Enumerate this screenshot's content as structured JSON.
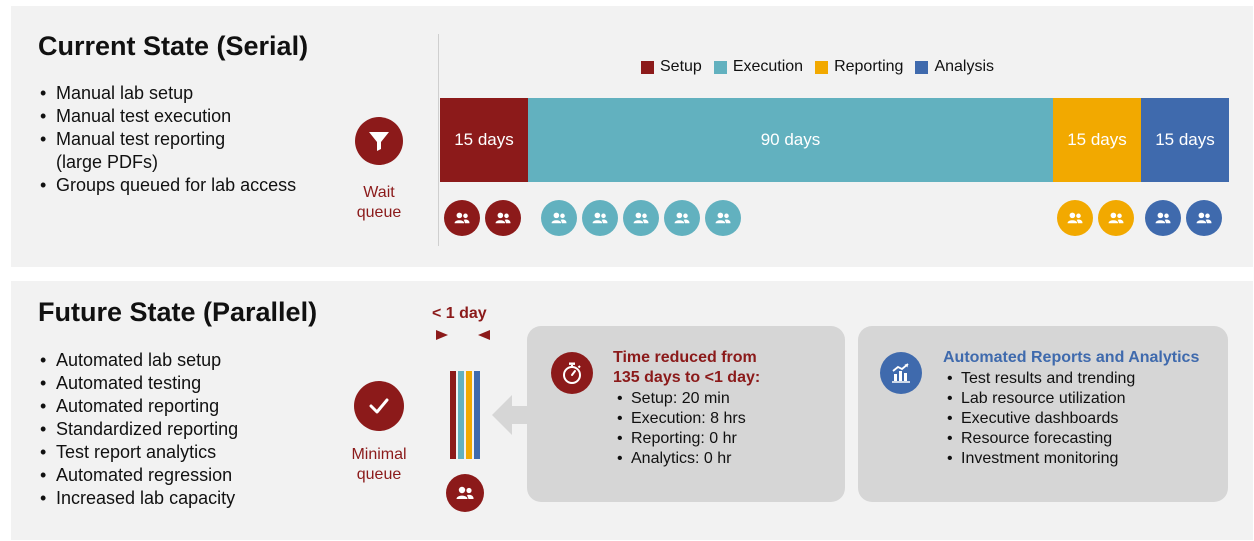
{
  "current": {
    "title": "Current State (Serial)",
    "bullets": [
      "Manual lab setup",
      "Manual test execution",
      "Manual test reporting",
      "(large PDFs)",
      "Groups queued for lab access"
    ],
    "queue_icon": "funnel-icon",
    "queue_label_1": "Wait",
    "queue_label_2": "queue",
    "legend": [
      {
        "label": "Setup",
        "color": "#8c1a1a"
      },
      {
        "label": "Execution",
        "color": "#62b1bf"
      },
      {
        "label": "Reporting",
        "color": "#f2a900"
      },
      {
        "label": "Analysis",
        "color": "#3f6aad"
      }
    ],
    "phases": [
      {
        "name": "Setup",
        "label": "15 days",
        "days": 15
      },
      {
        "name": "Execution",
        "label": "90 days",
        "days": 90
      },
      {
        "name": "Reporting",
        "label": "15 days",
        "days": 15
      },
      {
        "name": "Analysis",
        "label": "15 days",
        "days": 15
      }
    ],
    "groups": [
      {
        "phase": "Setup",
        "count": 2
      },
      {
        "phase": "Execution",
        "count": 5
      },
      {
        "phase": "Reporting",
        "count": 2
      },
      {
        "phase": "Analysis",
        "count": 2
      }
    ]
  },
  "future": {
    "title": "Future State (Parallel)",
    "bullets": [
      "Automated lab setup",
      "Automated testing",
      "Automated reporting",
      "Standardized reporting",
      "Test report analytics",
      "Automated regression",
      "Increased lab capacity"
    ],
    "duration_label": "< 1 day",
    "queue_icon": "checkmark-icon",
    "queue_label_1": "Minimal",
    "queue_label_2": "queue",
    "card1": {
      "icon": "stopwatch-icon",
      "title_1": "Time reduced from",
      "title_2": "135 days to <1 day:",
      "items": [
        "Setup: 20 min",
        "Execution: 8 hrs",
        "Reporting: 0 hr",
        "Analytics: 0 hr"
      ]
    },
    "card2": {
      "icon": "analytics-chart-icon",
      "title": "Automated Reports and Analytics",
      "items": [
        "Test results and trending",
        "Lab resource utilization",
        "Executive dashboards",
        "Resource forecasting",
        "Investment monitoring"
      ]
    }
  }
}
